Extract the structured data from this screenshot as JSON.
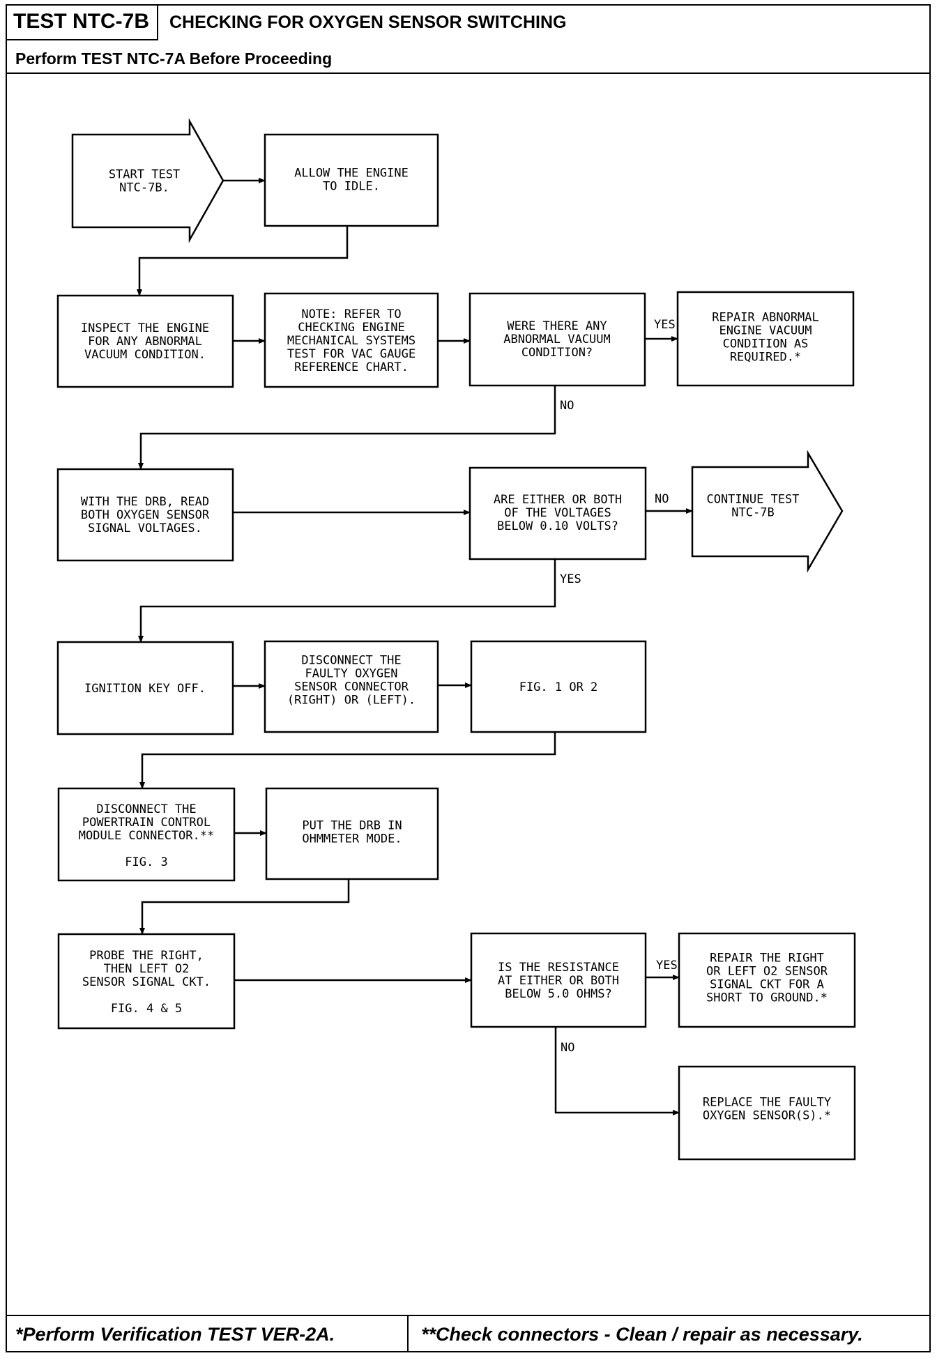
{
  "header": {
    "test_id": "TEST NTC-7B",
    "title": "CHECKING FOR OXYGEN SENSOR SWITCHING",
    "subtitle": "Perform TEST NTC-7A Before Proceeding"
  },
  "footer": {
    "left_note": "*Perform Verification TEST VER-2A.",
    "right_note": "**Check connectors - Clean / repair as necessary."
  },
  "flowchart": {
    "nodes": [
      {
        "id": "start",
        "shape": "arrow",
        "lines": [
          "START TEST",
          "NTC-7B."
        ]
      },
      {
        "id": "allow_idle",
        "shape": "box",
        "lines": [
          "ALLOW THE ENGINE",
          "TO IDLE."
        ]
      },
      {
        "id": "inspect_vacuum",
        "shape": "box",
        "lines": [
          "INSPECT THE ENGINE",
          "FOR ANY ABNORMAL",
          "VACUUM CONDITION."
        ]
      },
      {
        "id": "note_refer",
        "shape": "box",
        "lines": [
          "NOTE: REFER TO",
          "CHECKING ENGINE",
          "MECHANICAL SYSTEMS",
          "TEST FOR VAC GAUGE",
          "REFERENCE CHART."
        ]
      },
      {
        "id": "q_vacuum",
        "shape": "box",
        "lines": [
          "WERE THERE ANY",
          "ABNORMAL VACUUM",
          "CONDITION?"
        ]
      },
      {
        "id": "repair_vacuum",
        "shape": "box",
        "lines": [
          "REPAIR ABNORMAL",
          "ENGINE VACUUM",
          "CONDITION AS",
          "REQUIRED.*"
        ]
      },
      {
        "id": "read_voltages",
        "shape": "box",
        "lines": [
          "WITH THE DRB, READ",
          "BOTH OXYGEN SENSOR",
          "SIGNAL VOLTAGES."
        ]
      },
      {
        "id": "q_voltages",
        "shape": "box",
        "lines": [
          "ARE EITHER OR BOTH",
          "OF THE VOLTAGES",
          "BELOW 0.10 VOLTS?"
        ]
      },
      {
        "id": "continue",
        "shape": "arrow",
        "lines": [
          "CONTINUE TEST",
          "NTC-7B"
        ]
      },
      {
        "id": "key_off",
        "shape": "box",
        "lines": [
          "IGNITION KEY OFF."
        ]
      },
      {
        "id": "disconnect_o2",
        "shape": "box",
        "lines": [
          "DISCONNECT THE",
          "FAULTY OXYGEN",
          "SENSOR CONNECTOR",
          "(RIGHT) OR (LEFT)."
        ]
      },
      {
        "id": "fig12",
        "shape": "box",
        "lines": [
          "FIG. 1 OR 2"
        ]
      },
      {
        "id": "disconnect_pcm",
        "shape": "box",
        "lines": [
          "DISCONNECT THE",
          "POWERTRAIN CONTROL",
          "MODULE CONNECTOR.**",
          "",
          "FIG. 3"
        ]
      },
      {
        "id": "ohmmeter",
        "shape": "box",
        "lines": [
          "PUT THE DRB IN",
          "OHMMETER MODE."
        ]
      },
      {
        "id": "probe",
        "shape": "box",
        "lines": [
          "PROBE THE RIGHT,",
          "THEN LEFT O2",
          "SENSOR SIGNAL CKT.",
          "",
          "FIG. 4 & 5"
        ]
      },
      {
        "id": "q_resistance",
        "shape": "box",
        "lines": [
          "IS THE RESISTANCE",
          "AT EITHER OR BOTH",
          "BELOW 5.0 OHMS?"
        ]
      },
      {
        "id": "repair_short",
        "shape": "box",
        "lines": [
          "REPAIR THE RIGHT",
          "OR LEFT O2 SENSOR",
          "SIGNAL CKT FOR A",
          "SHORT TO GROUND.*"
        ]
      },
      {
        "id": "replace_sensor",
        "shape": "box",
        "lines": [
          "REPLACE THE FAULTY",
          "OXYGEN SENSOR(S).*"
        ]
      }
    ],
    "edge_labels": {
      "vacuum_yes": "YES",
      "vacuum_no": "NO",
      "voltages_no": "NO",
      "voltages_yes": "YES",
      "resistance_yes": "YES",
      "resistance_no": "NO"
    }
  }
}
